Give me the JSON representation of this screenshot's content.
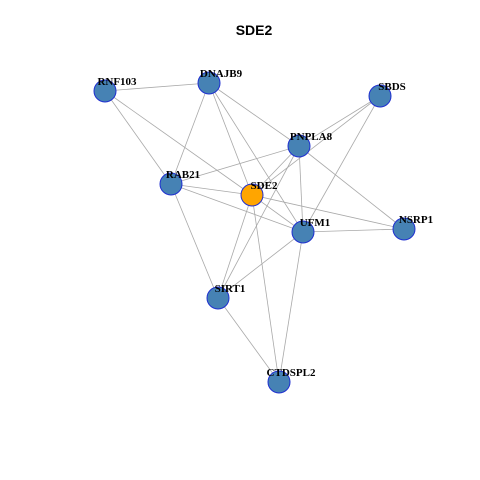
{
  "title": "SDE2",
  "colors": {
    "default_node": "#4682b4",
    "highlight_node": "#ffa500",
    "node_border": "#1f2fd0",
    "edge": "#a9a9a9"
  },
  "nodes": [
    {
      "id": "RNF103",
      "label": "RNF103",
      "highlight": false
    },
    {
      "id": "DNAJB9",
      "label": "DNAJB9",
      "highlight": false
    },
    {
      "id": "SBDS",
      "label": "SBDS",
      "highlight": false
    },
    {
      "id": "PNPLA8",
      "label": "PNPLA8",
      "highlight": false
    },
    {
      "id": "RAB21",
      "label": "RAB21",
      "highlight": false
    },
    {
      "id": "SDE2",
      "label": "SDE2",
      "highlight": true
    },
    {
      "id": "UFM1",
      "label": "UFM1",
      "highlight": false
    },
    {
      "id": "NSRP1",
      "label": "NSRP1",
      "highlight": false
    },
    {
      "id": "SIRT1",
      "label": "SIRT1",
      "highlight": false
    },
    {
      "id": "CTDSPL2",
      "label": "CTDSPL2",
      "highlight": false
    }
  ],
  "edges": [
    [
      "RNF103",
      "DNAJB9"
    ],
    [
      "RNF103",
      "RAB21"
    ],
    [
      "RNF103",
      "SDE2"
    ],
    [
      "DNAJB9",
      "RAB21"
    ],
    [
      "DNAJB9",
      "PNPLA8"
    ],
    [
      "DNAJB9",
      "UFM1"
    ],
    [
      "DNAJB9",
      "SDE2"
    ],
    [
      "SBDS",
      "PNPLA8"
    ],
    [
      "SBDS",
      "SDE2"
    ],
    [
      "SBDS",
      "UFM1"
    ],
    [
      "PNPLA8",
      "RAB21"
    ],
    [
      "PNPLA8",
      "SDE2"
    ],
    [
      "PNPLA8",
      "UFM1"
    ],
    [
      "PNPLA8",
      "NSRP1"
    ],
    [
      "PNPLA8",
      "SIRT1"
    ],
    [
      "RAB21",
      "SDE2"
    ],
    [
      "RAB21",
      "UFM1"
    ],
    [
      "RAB21",
      "SIRT1"
    ],
    [
      "SDE2",
      "UFM1"
    ],
    [
      "SDE2",
      "SIRT1"
    ],
    [
      "SDE2",
      "CTDSPL2"
    ],
    [
      "SDE2",
      "NSRP1"
    ],
    [
      "UFM1",
      "NSRP1"
    ],
    [
      "UFM1",
      "SIRT1"
    ],
    [
      "UFM1",
      "CTDSPL2"
    ],
    [
      "SIRT1",
      "CTDSPL2"
    ]
  ]
}
